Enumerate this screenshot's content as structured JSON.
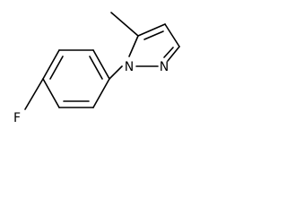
{
  "molecule": {
    "atoms": {
      "fluorine": "F",
      "nitrogen_1": "N",
      "nitrogen_2": "N"
    }
  },
  "colors": {
    "bond": "#000000",
    "text": "#000000",
    "background": "#ffffff"
  }
}
